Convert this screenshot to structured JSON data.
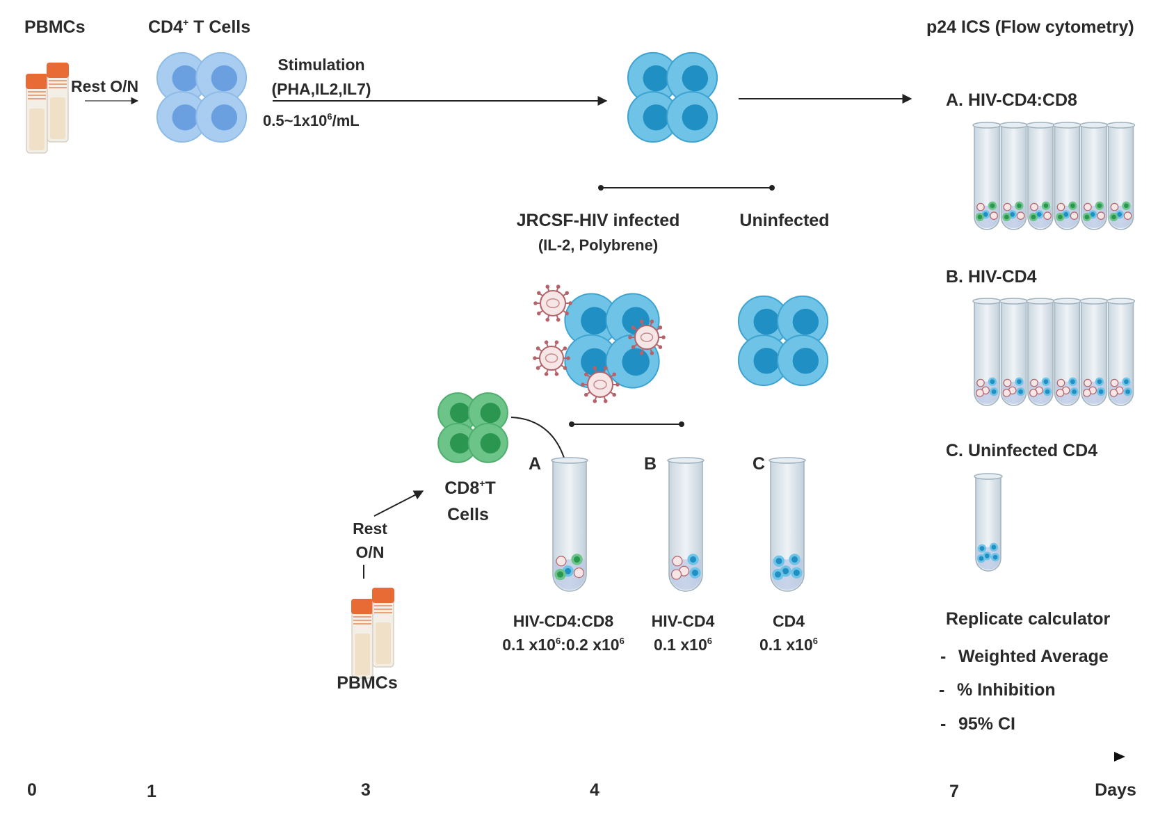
{
  "labels": {
    "pbmcs_top": "PBMCs",
    "cd4_cells": "CD4",
    "cd4_cells_sup": "+",
    "cd4_cells_suffix": " T Cells",
    "rest_on_top": "Rest O/N",
    "stimulation": "Stimulation",
    "stim_reagents": "(PHA,IL2,IL7)",
    "concentration_base": "0.5~1x10",
    "concentration_sup": "6",
    "concentration_unit": "/mL",
    "flow_title": "p24 ICS (Flow cytometry)",
    "infected": "JRCSF-HIV infected",
    "infected_reagents": "(IL-2, Polybrene)",
    "uninfected": "Uninfected",
    "cd8_line1": "CD8",
    "cd8_sup": "+",
    "cd8_line1_suffix": "T",
    "cd8_line2": "Cells",
    "rest_line1": "Rest",
    "rest_line2": "O/N",
    "pbmcs_bottom": "PBMCs"
  },
  "conditions": [
    {
      "letter": "A",
      "name": "HIV-CD4:CD8",
      "amount_parts": [
        "0.1 x10",
        "6",
        ":0.2 x10",
        "6"
      ]
    },
    {
      "letter": "B",
      "name": "HIV-CD4",
      "amount_parts": [
        "0.1 x10",
        "6"
      ]
    },
    {
      "letter": "C",
      "name": "CD4",
      "amount_parts": [
        "0.1 x10",
        "6"
      ]
    }
  ],
  "readouts": [
    {
      "label": "A. HIV-CD4:CD8",
      "tubes": 6
    },
    {
      "label": "B. HIV-CD4",
      "tubes": 6
    },
    {
      "label": "C. Uninfected CD4",
      "tubes": 1
    }
  ],
  "calculator": {
    "title": "Replicate calculator",
    "items": [
      "Weighted Average",
      "% Inhibition",
      "95% CI"
    ],
    "bullet": "-"
  },
  "timeline": {
    "ticks": [
      "0",
      "1",
      "3",
      "4",
      "7"
    ],
    "unit": "Days"
  },
  "colors": {
    "cd4_resting": "#a8cdf0",
    "cd4_resting_nucleus": "#6a9fe0",
    "cd4_activated": "#6ec3e6",
    "cd4_activated_nucleus": "#1f8fc4",
    "cd8": "#6cc488",
    "cd8_nucleus": "#2a9650",
    "virus": "#b5636a",
    "tube_cap": "#e86a35",
    "text": "#2a2a2a"
  }
}
